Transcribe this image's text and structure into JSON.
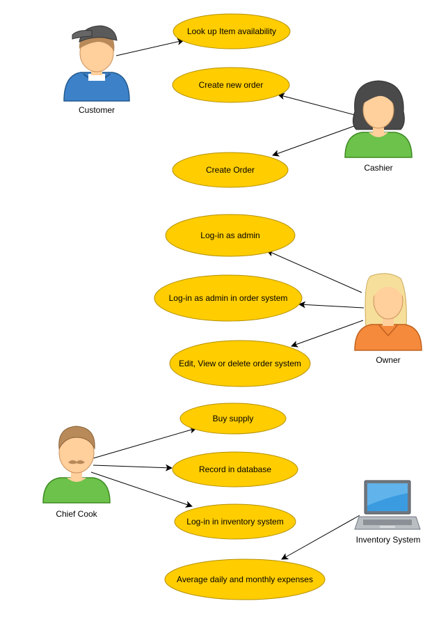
{
  "colors": {
    "usecase_fill": "#ffcd00",
    "usecase_stroke": "#b38f00",
    "line": "#000000",
    "skin": "#ffcf9c",
    "customer_shirt": "#3d82c9",
    "customer_cap": "#5a5a5a",
    "hair_brown": "#b88a5a",
    "cashier_hair": "#4a4a4a",
    "green_shirt": "#6cc24a",
    "owner_hair": "#f6df9a",
    "owner_shirt": "#f58a3c",
    "laptop_screen": "#3a9be0"
  },
  "actors": {
    "customer": {
      "label": "Customer",
      "icon": "customer-icon"
    },
    "cashier": {
      "label": "Cashier",
      "icon": "cashier-icon"
    },
    "owner": {
      "label": "Owner",
      "icon": "owner-icon"
    },
    "chief_cook": {
      "label": "Chief Cook",
      "icon": "chief-cook-icon"
    },
    "inventory_system": {
      "label": "Inventory System",
      "icon": "laptop-icon"
    }
  },
  "usecases": {
    "lookup": "Look up Item availability",
    "create_new_order": "Create new order",
    "create_order": "Create Order",
    "login_admin": "Log-in as admin",
    "login_admin_order": "Log-in as admin in order system",
    "edit_view_delete": "Edit, View or delete order system",
    "buy_supply": "Buy supply",
    "record_db": "Record in database",
    "login_inventory": "Log-in in inventory system",
    "avg_expenses": "Average daily and monthly expenses"
  }
}
